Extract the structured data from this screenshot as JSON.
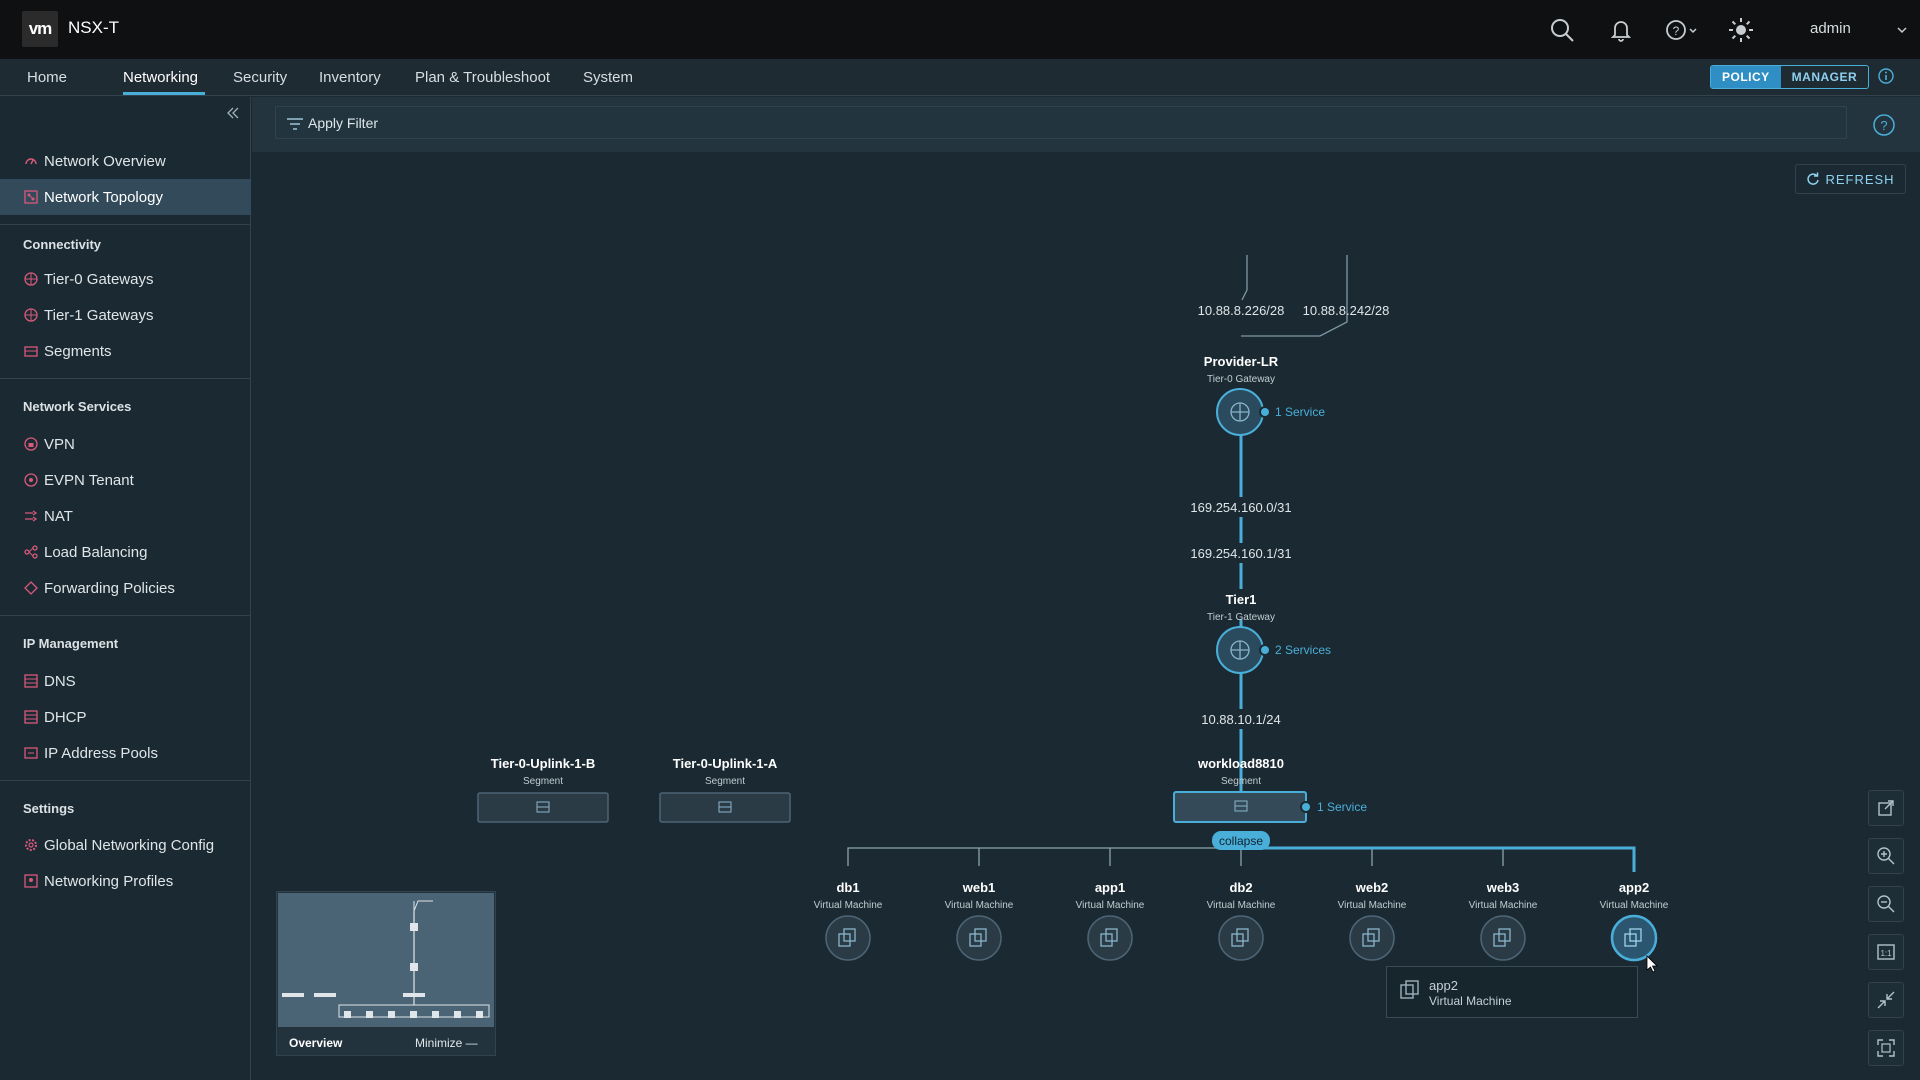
{
  "header": {
    "logo": "vm",
    "title": "NSX-T",
    "user": "admin"
  },
  "nav": {
    "items": [
      "Home",
      "Networking",
      "Security",
      "Inventory",
      "Plan & Troubleshoot",
      "System"
    ],
    "active": "Networking",
    "policy_label": "POLICY",
    "manager_label": "MANAGER"
  },
  "sidebar": {
    "top_items": [
      "Network Overview",
      "Network Topology"
    ],
    "sections": [
      {
        "heading": "Connectivity",
        "items": [
          "Tier-0 Gateways",
          "Tier-1 Gateways",
          "Segments"
        ]
      },
      {
        "heading": "Network Services",
        "items": [
          "VPN",
          "EVPN Tenant",
          "NAT",
          "Load Balancing",
          "Forwarding Policies"
        ]
      },
      {
        "heading": "IP Management",
        "items": [
          "DNS",
          "DHCP",
          "IP Address Pools"
        ]
      },
      {
        "heading": "Settings",
        "items": [
          "Global Networking Config",
          "Networking Profiles"
        ]
      }
    ]
  },
  "filter": {
    "label": "Apply Filter"
  },
  "refresh_label": "REFRESH",
  "topology": {
    "uplink_ips": [
      "10.88.8.226/28",
      "10.88.8.242/28"
    ],
    "t0": {
      "name": "Provider-LR",
      "type": "Tier-0 Gateway",
      "services": "1 Service"
    },
    "transit_ips": [
      "169.254.160.0/31",
      "169.254.160.1/31"
    ],
    "t1": {
      "name": "Tier1",
      "type": "Tier-1 Gateway",
      "services": "2 Services"
    },
    "t1_downlink_ip": "10.88.10.1/24",
    "segments": [
      {
        "name": "Tier-0-Uplink-1-B",
        "type": "Segment"
      },
      {
        "name": "Tier-0-Uplink-1-A",
        "type": "Segment"
      },
      {
        "name": "workload8810",
        "type": "Segment",
        "services": "1 Service"
      }
    ],
    "collapse_label": "collapse",
    "vms": [
      {
        "name": "db1",
        "type": "Virtual Machine"
      },
      {
        "name": "web1",
        "type": "Virtual Machine"
      },
      {
        "name": "app1",
        "type": "Virtual Machine"
      },
      {
        "name": "db2",
        "type": "Virtual Machine"
      },
      {
        "name": "web2",
        "type": "Virtual Machine"
      },
      {
        "name": "web3",
        "type": "Virtual Machine"
      },
      {
        "name": "app2",
        "type": "Virtual Machine"
      }
    ]
  },
  "overview": {
    "title": "Overview",
    "minimize_label": "Minimize —"
  },
  "tooltip": {
    "name": "app2",
    "type": "Virtual Machine"
  },
  "colors": {
    "accent": "#49afd9",
    "header": "#0f1011",
    "background": "#1b2a32",
    "icon_pink": "#d9597a"
  }
}
